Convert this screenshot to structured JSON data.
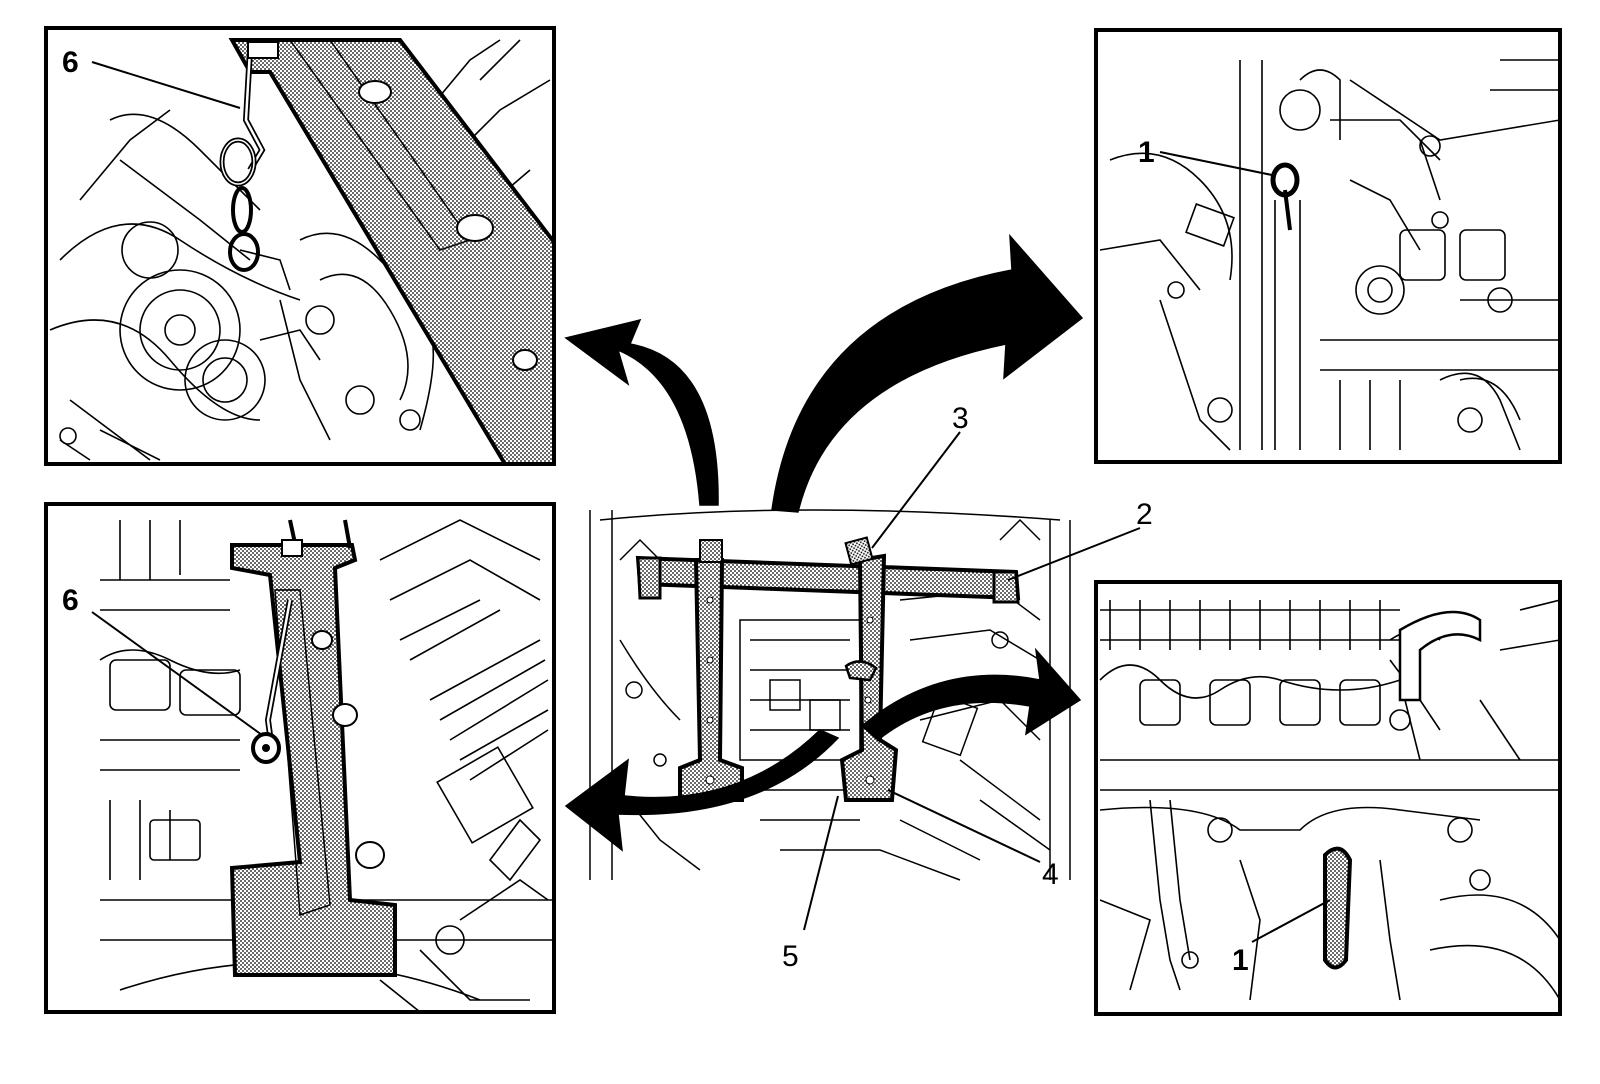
{
  "callouts": {
    "c1_top": "1",
    "c1_bottom": "1",
    "c2": "2",
    "c3": "3",
    "c4": "4",
    "c5": "5",
    "c6_top": "6",
    "c6_bottom": "6"
  },
  "colors": {
    "line": "#000000",
    "background": "#ffffff",
    "tool_fill": "#9a9a9a"
  }
}
